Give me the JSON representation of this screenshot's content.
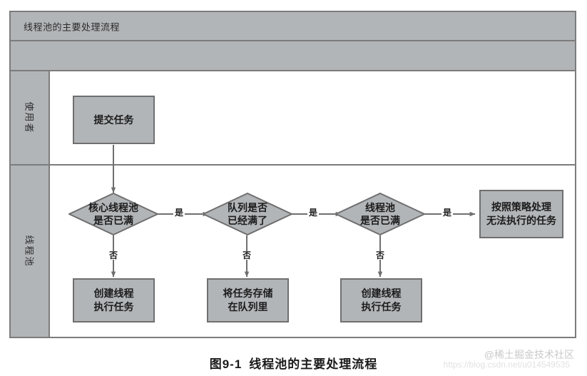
{
  "diagram": {
    "title": "线程池的主要处理流程",
    "type": "swimlane-flowchart",
    "lanes": [
      {
        "id": "user",
        "label": "使用者"
      },
      {
        "id": "pool",
        "label": "线程池"
      }
    ],
    "nodes": [
      {
        "id": "submit",
        "lane": "user",
        "shape": "box",
        "text": "提交任务"
      },
      {
        "id": "core-full",
        "lane": "pool",
        "shape": "diamond",
        "line1": "核心线程池",
        "line2": "是否已满"
      },
      {
        "id": "queue-full",
        "lane": "pool",
        "shape": "diamond",
        "line1": "队列是否",
        "line2": "已经满了"
      },
      {
        "id": "pool-full",
        "lane": "pool",
        "shape": "diamond",
        "line1": "线程池",
        "line2": "是否已满"
      },
      {
        "id": "reject",
        "lane": "pool",
        "shape": "box",
        "line1": "按照策略处理",
        "line2": "无法执行的任务"
      },
      {
        "id": "create-1",
        "lane": "pool",
        "shape": "box",
        "line1": "创建线程",
        "line2": "执行任务"
      },
      {
        "id": "store",
        "lane": "pool",
        "shape": "box",
        "line1": "将任务存储",
        "line2": "在队列里"
      },
      {
        "id": "create-2",
        "lane": "pool",
        "shape": "box",
        "line1": "创建线程",
        "line2": "执行任务"
      }
    ],
    "edges": [
      {
        "from": "submit",
        "to": "core-full",
        "label": ""
      },
      {
        "from": "core-full",
        "to": "queue-full",
        "label": "是"
      },
      {
        "from": "queue-full",
        "to": "pool-full",
        "label": "是"
      },
      {
        "from": "pool-full",
        "to": "reject",
        "label": "是"
      },
      {
        "from": "core-full",
        "to": "create-1",
        "label": "否"
      },
      {
        "from": "queue-full",
        "to": "store",
        "label": "否"
      },
      {
        "from": "pool-full",
        "to": "create-2",
        "label": "否"
      }
    ],
    "labels": {
      "yes": "是",
      "no": "否"
    },
    "colors": {
      "shape_fill": "#b2b5b8",
      "shape_stroke": "#6f6f6f",
      "frame_stroke": "#7c7c7c",
      "canvas": "#ffffff",
      "text": "#1c1c1c"
    }
  },
  "caption": {
    "number": "图9-1",
    "text": "线程池的主要处理流程"
  },
  "watermark": {
    "handle": "@稀土掘金技术社区",
    "url": "https://blog.csdn.net/u014549535"
  }
}
